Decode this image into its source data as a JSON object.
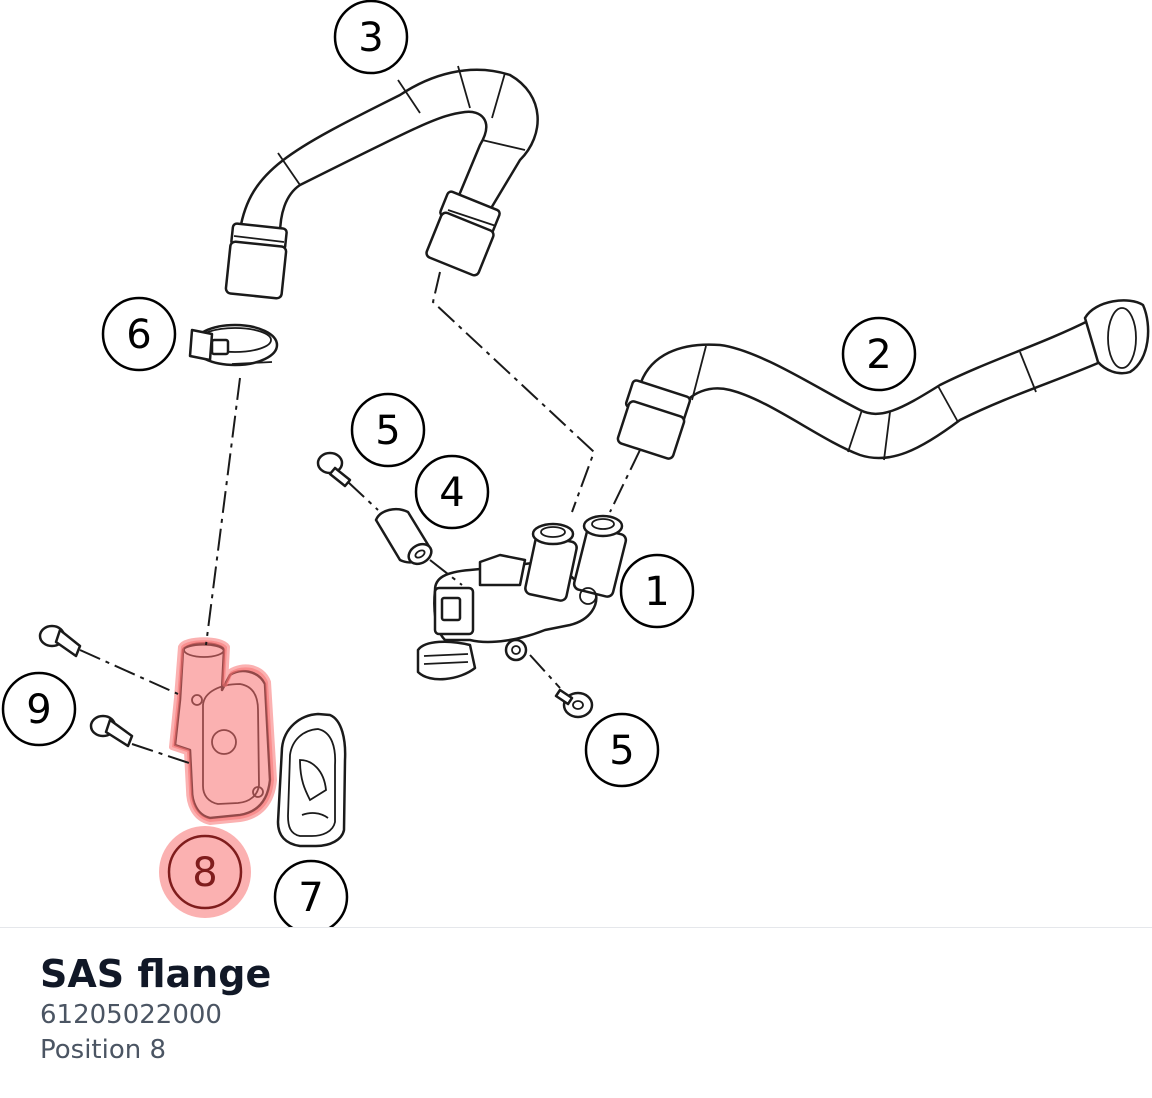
{
  "diagram": {
    "callouts": [
      {
        "label": "1"
      },
      {
        "label": "2"
      },
      {
        "label": "3"
      },
      {
        "label": "4"
      },
      {
        "label": "5"
      },
      {
        "label": "5"
      },
      {
        "label": "6"
      },
      {
        "label": "7"
      },
      {
        "label": "8"
      },
      {
        "label": "9"
      }
    ],
    "highlight_color": "#f87171",
    "highlighted_label": "8"
  },
  "part": {
    "name": "SAS flange",
    "number": "61205022000",
    "position": "Position 8"
  }
}
